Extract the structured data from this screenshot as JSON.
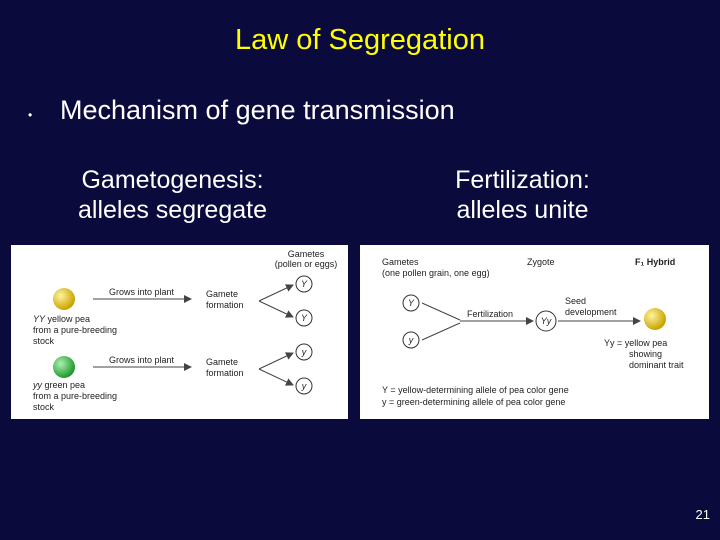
{
  "slide": {
    "title": "Law of Segregation",
    "bullet": "Mechanism of gene transmission",
    "left_heading": [
      "Gametogenesis:",
      "alleles segregate"
    ],
    "right_heading": [
      "Fertilization:",
      "alleles unite"
    ],
    "page_number": "21"
  },
  "left_figure": {
    "gametes_label": [
      "Gametes",
      "(pollen or eggs)"
    ],
    "rows": [
      {
        "pea_color": "#c9a400",
        "genotype": "YY",
        "desc": [
          "yellow pea",
          "from a pure-breeding",
          "stock"
        ],
        "arrow_label": "Grows into plant",
        "step": [
          "Gamete",
          "formation"
        ],
        "gametes": [
          "Y",
          "Y"
        ]
      },
      {
        "pea_color": "#1f9a2f",
        "genotype": "yy",
        "desc": [
          "green pea",
          "from a pure-breeding",
          "stock"
        ],
        "arrow_label": "Grows into plant",
        "step": [
          "Gamete",
          "formation"
        ],
        "gametes": [
          "y",
          "y"
        ]
      }
    ]
  },
  "right_figure": {
    "gametes_label": [
      "Gametes",
      "(one pollen grain, one egg)"
    ],
    "zygote_label": "Zygote",
    "hybrid_label": "F₁ Hybrid",
    "gametes": [
      "Y",
      "y"
    ],
    "fertilization_label": "Fertilization",
    "zygote_genotype": "Yy",
    "seed_label": [
      "Seed",
      "development"
    ],
    "pea_color": "#c9a400",
    "hybrid_desc": [
      "Yy = yellow pea",
      "showing",
      "dominant trait"
    ],
    "legend": [
      "Y = yellow-determining allele of pea color gene",
      "y = green-determining allele of pea color gene"
    ]
  }
}
